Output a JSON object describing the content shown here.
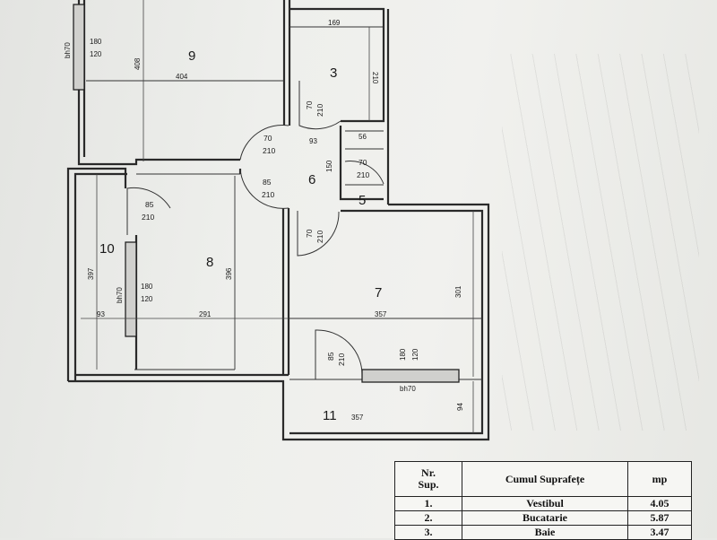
{
  "rooms": [
    {
      "id": "9",
      "label": "9"
    },
    {
      "id": "3",
      "label": "3"
    },
    {
      "id": "6",
      "label": "6"
    },
    {
      "id": "5",
      "label": "5"
    },
    {
      "id": "10",
      "label": "10"
    },
    {
      "id": "8",
      "label": "8"
    },
    {
      "id": "7",
      "label": "7"
    },
    {
      "id": "11",
      "label": "11"
    }
  ],
  "dimensions": {
    "d169": "169",
    "d210_room3": "210",
    "d408": "408",
    "d404": "404",
    "d93_top": "93",
    "d56": "56",
    "d150": "150",
    "d397": "397",
    "d396": "396",
    "d93_left": "93",
    "d291": "291",
    "d357_mid": "357",
    "d301": "301",
    "d357_bottom": "357",
    "d94": "94"
  },
  "doors": [
    {
      "w": "70",
      "h": "210"
    },
    {
      "w": "70",
      "h": "210"
    },
    {
      "w": "70",
      "h": "210"
    },
    {
      "w": "85",
      "h": "210"
    },
    {
      "w": "85",
      "h": "210"
    },
    {
      "w": "70",
      "h": "210"
    },
    {
      "w": "85",
      "h": "210"
    }
  ],
  "windows": [
    {
      "w": "180",
      "h": "120",
      "tag": "bh70"
    },
    {
      "w": "180",
      "h": "120",
      "tag": "bh70"
    },
    {
      "w": "180",
      "h": "120",
      "tag": "bh70"
    }
  ],
  "legend": {
    "header_nr": "Nr.",
    "header_sup": "Sup.",
    "header_name": "Cumul Suprafețe",
    "header_mp": "mp",
    "rows": [
      {
        "nr": "1.",
        "name": "Vestibul",
        "mp": "4.05"
      },
      {
        "nr": "2.",
        "name": "Bucatarie",
        "mp": "5.87"
      },
      {
        "nr": "3.",
        "name": "Baie",
        "mp": "3.47"
      }
    ]
  }
}
